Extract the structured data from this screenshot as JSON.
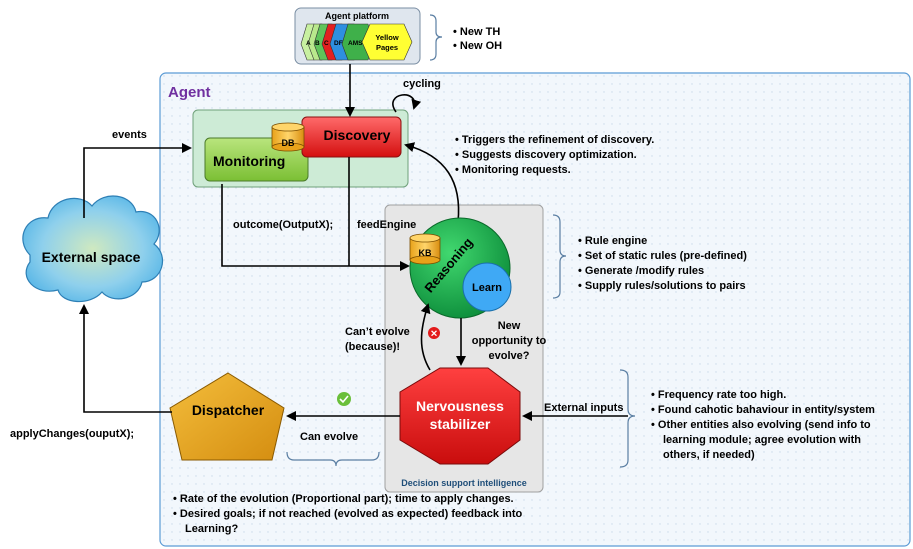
{
  "platform": {
    "title": "Agent platform",
    "segments": [
      "A",
      "B",
      "C",
      "DF",
      "AMS"
    ],
    "yellow_pages": [
      "Yellow",
      "Pages"
    ],
    "bullets": [
      "New TH",
      "New OH"
    ]
  },
  "agent": {
    "title": "Agent",
    "cycling": "cycling",
    "discovery": "Discovery",
    "db": "DB",
    "monitoring": "Monitoring",
    "events": "events",
    "outcome": "outcome(OutputX);",
    "feed_engine": "feedEngine",
    "refinement_bullets": [
      "Triggers the refinement of discovery.",
      "Suggests discovery optimization.",
      "Monitoring requests."
    ]
  },
  "external_space": "External space",
  "apply_changes": "applyChanges(ouputX);",
  "reasoning": {
    "title": "Reasoning",
    "kb": "KB",
    "learn": "Learn",
    "bullets": [
      "Rule engine",
      "Set of static rules (pre-defined)",
      "Generate /modify rules",
      "Supply rules/solutions to pairs"
    ]
  },
  "dsi": {
    "title": "Decision support intelligence",
    "cant_evolve": [
      "Can’t evolve",
      "(because)!"
    ],
    "new_opportunity": [
      "New",
      "opportunity to",
      "evolve?"
    ]
  },
  "stabilizer": [
    "Nervousness",
    "stabilizer"
  ],
  "external_inputs": "External inputs",
  "input_bullets": [
    [
      "Frequency rate too high."
    ],
    [
      "Found cahotic bahaviour in entity/system"
    ],
    [
      "Other entities also evolving (send info to",
      "learning module; agree evolution with",
      "others, if needed)"
    ]
  ],
  "dispatcher": "Dispatcher",
  "can_evolve": "Can evolve",
  "bottom_bullets": [
    [
      "Rate of the evolution (Proportional part); time to apply changes."
    ],
    [
      "Desired goals; if not reached (evolved as expected) feedback into",
      "Learning?"
    ]
  ],
  "colors": {
    "agent_border": "#5b9bd5",
    "agent_title": "#7030a0",
    "discovery": "#e31b1b",
    "monitoring": "#92d050",
    "reasoning": "#1aa64a",
    "learn": "#3fa9f5",
    "stabilizer": "#e31b1b",
    "dispatcher": "#e3a21a"
  }
}
